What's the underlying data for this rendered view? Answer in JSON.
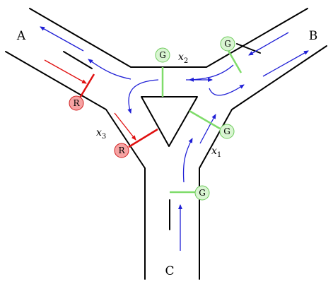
{
  "branches": {
    "a": "A",
    "b": "B",
    "c": "C"
  },
  "link_labels": {
    "x1": {
      "var": "x",
      "sub": "1"
    },
    "x2": {
      "var": "x",
      "sub": "2"
    },
    "x3": {
      "var": "x",
      "sub": "3"
    }
  },
  "signals": {
    "green": "G",
    "red": "R"
  },
  "colors": {
    "road": "#000000",
    "flow_blue": "#1f1fd6",
    "flow_red": "#e01010",
    "signal_green": "#7fdc6a",
    "signal_red": "#e01010"
  }
}
